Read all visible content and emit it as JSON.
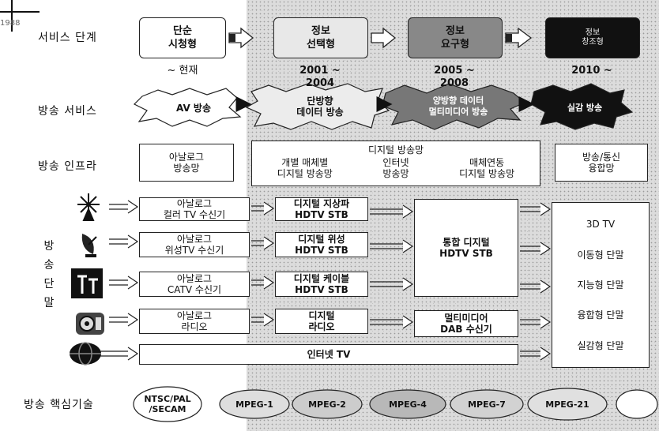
{
  "row_labels": {
    "service_stage": "서비스 단계",
    "broadcast_service": "방송 서비스",
    "broadcast_infra": "방송 인프라",
    "terminal": [
      "방",
      "송",
      "단",
      "말"
    ],
    "core_tech": "방송 핵심기술"
  },
  "stages": [
    {
      "label": "단순\n시청형",
      "year": "~ 현재"
    },
    {
      "label": "정보\n선택형",
      "year": "2001 ~\n2004"
    },
    {
      "label": "정보\n요구형",
      "year": "2005 ~\n2008"
    },
    {
      "label": "정보\n창조형",
      "year": "2010 ~"
    }
  ],
  "services": [
    "AV 방송",
    "단방향\n데이터 방송",
    "양방향 데이터\n멀티미디어 방송",
    "실감 방송"
  ],
  "infra": {
    "analog": "아날로그\n방송망",
    "digital_header": "디지털 방송망",
    "digital_parts": [
      "개별 매체별\n디지털 방송망",
      "인터넷\n방송망",
      "매체연동\n디지털 방송망"
    ],
    "convergence": "방송/통신\n융합망"
  },
  "analog_receivers": [
    {
      "icon": "antenna-icon",
      "label": "아날로그\n컬러 TV 수신기"
    },
    {
      "icon": "satellite-dish-icon",
      "label": "아날로그\n위성TV 수신기"
    },
    {
      "icon": "cable-tower-icon",
      "label": "아날로그\nCATV 수신기"
    },
    {
      "icon": "radio-icon",
      "label": "아날로그\n라디오"
    }
  ],
  "internet_icon": "internet-globe-icon",
  "stb": [
    "디지털 지상파\nHDTV STB",
    "디지털 위성\nHDTV STB",
    "디지털 케이블\nHDTV STB",
    "디지털\n라디오"
  ],
  "integrated_stb": "통합 디지털\nHDTV STB",
  "dab": "멀티미디어\nDAB 수신기",
  "internet_tv": "인터넷 TV",
  "future_terminals": [
    "3D TV",
    "이동형 단말",
    "지능형 단말",
    "융합형 단말",
    "실감형 단말"
  ],
  "core_tech": [
    "NTSC/PAL\n/SECAM",
    "MPEG-1",
    "MPEG-2",
    "MPEG-4",
    "MPEG-7",
    "MPEG-21",
    ""
  ],
  "corner_mark": "1988"
}
